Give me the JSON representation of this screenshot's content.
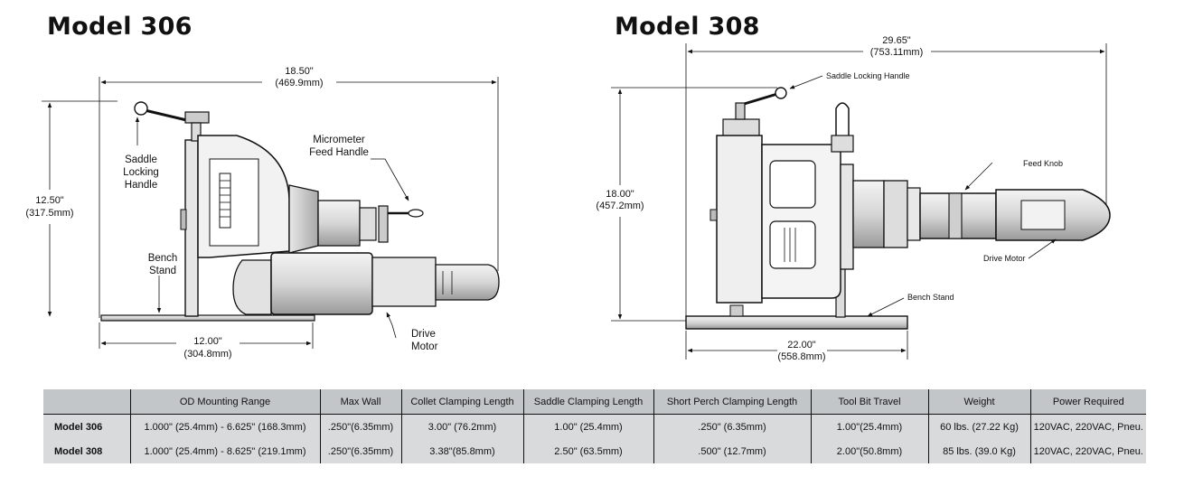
{
  "model306": {
    "title": "Model 306",
    "width_dim": [
      "18.50\"",
      "(469.9mm)"
    ],
    "height_dim": [
      "12.50\"",
      "(317.5mm)"
    ],
    "base_dim": [
      "12.00\"",
      "(304.8mm)"
    ],
    "labels": {
      "saddle_locking_handle": [
        "Saddle",
        "Locking",
        "Handle"
      ],
      "micrometer_feed_handle": [
        "Micrometer",
        "Feed Handle"
      ],
      "bench_stand": [
        "Bench",
        "Stand"
      ],
      "drive_motor": [
        "Drive",
        "Motor"
      ]
    }
  },
  "model308": {
    "title": "Model 308",
    "width_dim": [
      "29.65\"",
      "(753.11mm)"
    ],
    "height_dim": [
      "18.00\"",
      "(457.2mm)"
    ],
    "base_dim": [
      "22.00\"",
      "(558.8mm)"
    ],
    "labels": {
      "saddle_locking_handle": "Saddle Locking Handle",
      "feed_knob": "Feed Knob",
      "drive_motor": "Drive Motor",
      "bench_stand": "Bench Stand"
    }
  },
  "specs": {
    "headers": [
      "",
      "OD Mounting Range",
      "Max Wall",
      "Collet Clamping Length",
      "Saddle Clamping Length",
      "Short Perch Clamping Length",
      "Tool Bit Travel",
      "Weight",
      "Power Required"
    ],
    "rows": [
      [
        "Model 306",
        "1.000\" (25.4mm) - 6.625\" (168.3mm)",
        ".250\"(6.35mm)",
        "3.00\" (76.2mm)",
        "1.00\" (25.4mm)",
        ".250\" (6.35mm)",
        "1.00\"(25.4mm)",
        "60 lbs. (27.22 Kg)",
        "120VAC, 220VAC, Pneu."
      ],
      [
        "Model 308",
        "1.000\" (25.4mm) - 8.625\" (219.1mm)",
        ".250\"(6.35mm)",
        "3.38\"(85.8mm)",
        "2.50\" (63.5mm)",
        ".500\" (12.7mm)",
        "2.00\"(50.8mm)",
        "85 lbs. (39.0 Kg)",
        "120VAC, 220VAC, Pneu."
      ]
    ]
  }
}
